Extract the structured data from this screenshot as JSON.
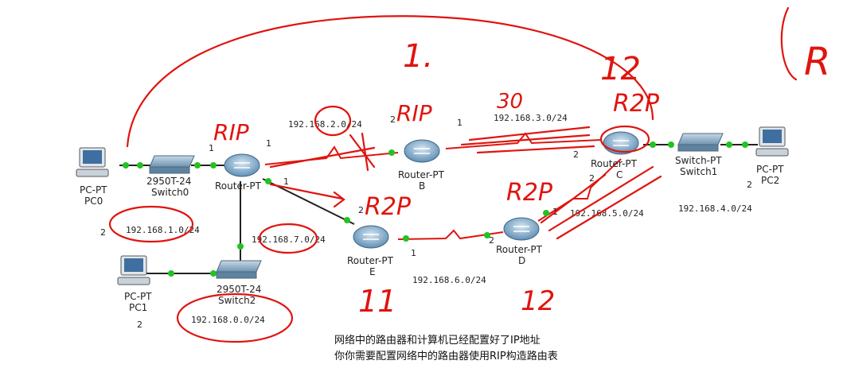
{
  "devices": {
    "pc0": {
      "line1": "PC-PT",
      "line2": "PC0"
    },
    "pc1": {
      "line1": "PC-PT",
      "line2": "PC1"
    },
    "pc2": {
      "line1": "PC-PT",
      "line2": "PC2"
    },
    "switch0": {
      "line1": "2950T-24",
      "line2": "Switch0"
    },
    "switch1": {
      "line1": "Switch-PT",
      "line2": "Switch1"
    },
    "switch2": {
      "line1": "2950T-24",
      "line2": "Switch2"
    },
    "router_a": {
      "line1": "Router-PT",
      "line2": ""
    },
    "router_b": {
      "line1": "Router-PT",
      "line2": "B"
    },
    "router_c": {
      "line1": "Router-PT",
      "line2": "C"
    },
    "router_d": {
      "line1": "Router-PT",
      "line2": "D"
    },
    "router_e": {
      "line1": "Router-PT",
      "line2": "E"
    }
  },
  "networks": {
    "net1": "192.168.1.0/24",
    "net2": "192.168.2.0/24",
    "net3": "192.168.3.0/24",
    "net4": "192.168.4.0/24",
    "net5": "192.168.5.0/24",
    "net6": "192.168.6.0/24",
    "net7": "192.168.7.0/24",
    "net0": "192.168.0.0/24"
  },
  "ports": {
    "a_left": "1",
    "a_right": "1",
    "a_down": "1",
    "b_left": "2",
    "b_right": "1",
    "c_left": "2",
    "c_down": "2",
    "d_left": "2",
    "d_up": "1",
    "e_up": "2",
    "e_right": "1",
    "pc0": "2",
    "pc1": "2",
    "pc2": "2"
  },
  "annotations": {
    "rip_a": "RIP",
    "rip_b": "RIP",
    "r2p_c": "R2P",
    "r2p_e": "R2P",
    "r2p_d": "R2P",
    "rip_far": "R",
    "num_b1": "1.",
    "num_c12": "12",
    "num_30": "30",
    "num_e11": "11",
    "num_d12": "12"
  },
  "caption": {
    "line1": "网络中的路由器和计算机已经配置好了IP地址",
    "line2": "你你需要配置网络中的路由器使用RIP构造路由表"
  },
  "colors": {
    "link": "#222222",
    "serial": "#e0140f",
    "ink": "#e0140f",
    "port_dot": "#22c222",
    "router_body": "#7fa8c9",
    "switch_body": "#8fb0c8"
  }
}
